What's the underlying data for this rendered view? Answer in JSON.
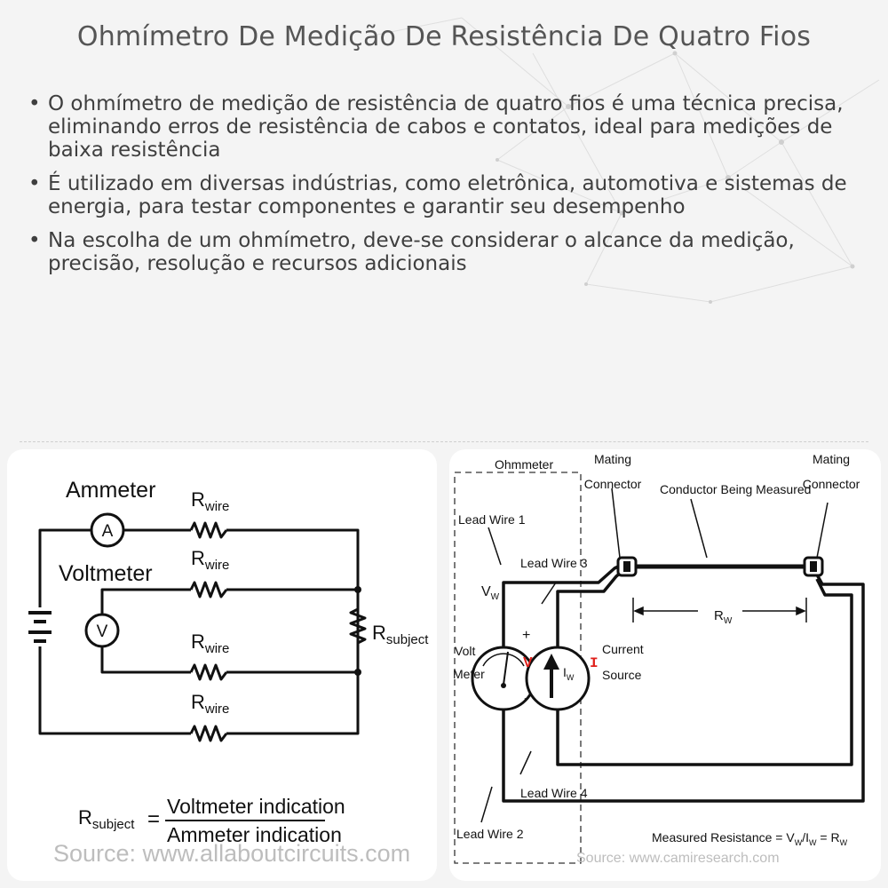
{
  "title": "Ohmímetro De Medição De Resistência De Quatro Fios",
  "bullets": [
    "O ohmímetro de medição de resistência de quatro fios é uma técnica precisa, eliminando erros de resistência de cabos e contatos, ideal para medições de baixa resistência",
    "É utilizado em diversas indústrias, como eletrônica, automotiva e sistemas de energia, para testar componentes e garantir seu desempenho",
    "Na escolha de um ohmímetro, deve-se considerar o alcance da medição, precisão, resolução e recursos adicionais"
  ],
  "bullet_symbol": "•",
  "left_diagram": {
    "ammeter_label": "Ammeter",
    "voltmeter_label": "Voltmeter",
    "ammeter_symbol": "A",
    "voltmeter_symbol": "V",
    "r_main": "R",
    "wire_sub": "wire",
    "subject_sub": "subject",
    "formula_numerator": "Voltmeter indication",
    "formula_denominator": "Ammeter indication",
    "equals": "=",
    "source": "Source: www.allaboutcircuits.com"
  },
  "right_diagram": {
    "ohmmeter_label": "Ohmmeter",
    "mating_connector_left": [
      "Mating",
      "Connector"
    ],
    "mating_connector_right": [
      "Mating",
      "Connector"
    ],
    "conductor_label": "Conductor Being Measured",
    "lead_wire_1": "Lead Wire 1",
    "lead_wire_2": "Lead Wire 2",
    "lead_wire_3": "Lead Wire 3",
    "lead_wire_4": "Lead Wire 4",
    "volt_meter": [
      "Volt",
      "Meter"
    ],
    "current_source": [
      "Current",
      "Source"
    ],
    "vw_main": "V",
    "w_sub": "W",
    "v_red": "V",
    "i_red": "I",
    "iw_main": "I",
    "rw_main": "R",
    "plus": "+",
    "minus": "-",
    "measured_resistance_text": "Measured Resistance = V",
    "measured_slash": "/I",
    "measured_eq": " = R",
    "source": "Source: www.camiresearch.com"
  },
  "colors": {
    "accent_red": "#e0201b",
    "ink": "#111111"
  }
}
